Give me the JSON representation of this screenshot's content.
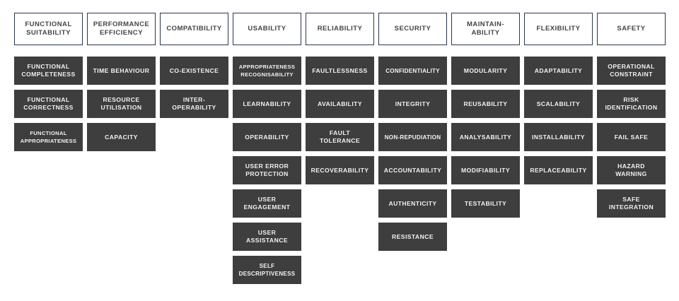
{
  "page": {
    "title": "Software Product Quality Model",
    "background_color": "#ffffff",
    "header_border_color": "#2c3553",
    "header_text_color": "#44444a",
    "sub_box_color": "#3e3e3e",
    "sub_box_text_color": "#f2f2f2"
  },
  "columns": [
    {
      "header": "FUNCTIONAL\nSUITABILITY",
      "items": [
        {
          "label": "FUNCTIONAL\nCOMPLETENESS",
          "size": "normal"
        },
        {
          "label": "FUNCTIONAL\nCORRECTNESS",
          "size": "normal"
        },
        {
          "label": "FUNCTIONAL\nAPPROPRIATENESS",
          "size": "tiny"
        }
      ]
    },
    {
      "header": "PERFORMANCE\nEFFICIENCY",
      "items": [
        {
          "label": "TIME BEHAVIOUR",
          "size": "normal"
        },
        {
          "label": "RESOURCE\nUTILISATION",
          "size": "normal"
        },
        {
          "label": "CAPACITY",
          "size": "normal"
        }
      ]
    },
    {
      "header": "COMPATIBILITY",
      "items": [
        {
          "label": "CO-EXISTENCE",
          "size": "normal"
        },
        {
          "label": "INTER-\nOPERABILITY",
          "size": "normal"
        }
      ]
    },
    {
      "header": "USABILITY",
      "items": [
        {
          "label": "APPROPRIATENESS\nRECOGNISABILITY",
          "size": "tiny"
        },
        {
          "label": "LEARNABILITY",
          "size": "normal"
        },
        {
          "label": "OPERABILITY",
          "size": "normal"
        },
        {
          "label": "USER ERROR\nPROTECTION",
          "size": "normal"
        },
        {
          "label": "USER\nENGAGEMENT",
          "size": "normal"
        },
        {
          "label": "USER\nASSISTANCE",
          "size": "normal"
        },
        {
          "label": "SELF\nDESCRIPTIVENESS",
          "size": "small"
        }
      ]
    },
    {
      "header": "RELIABILITY",
      "items": [
        {
          "label": "FAULTLESSNESS",
          "size": "normal"
        },
        {
          "label": "AVAILABILITY",
          "size": "normal"
        },
        {
          "label": "FAULT\nTOLERANCE",
          "size": "normal"
        },
        {
          "label": "RECOVERABILITY",
          "size": "normal"
        }
      ]
    },
    {
      "header": "SECURITY",
      "items": [
        {
          "label": "CONFIDENTIALITY",
          "size": "small"
        },
        {
          "label": "INTEGRITY",
          "size": "normal"
        },
        {
          "label": "NON-REPUDIATION",
          "size": "small"
        },
        {
          "label": "ACCOUNTABILITY",
          "size": "normal"
        },
        {
          "label": "AUTHENTICITY",
          "size": "normal"
        },
        {
          "label": "RESISTANCE",
          "size": "normal"
        }
      ]
    },
    {
      "header": "MAINTAIN-\nABILITY",
      "items": [
        {
          "label": "MODULARITY",
          "size": "normal"
        },
        {
          "label": "REUSABILITY",
          "size": "normal"
        },
        {
          "label": "ANALYSABILITY",
          "size": "normal"
        },
        {
          "label": "MODIFIABILITY",
          "size": "normal"
        },
        {
          "label": "TESTABILITY",
          "size": "normal"
        }
      ]
    },
    {
      "header": "FLEXIBILITY",
      "items": [
        {
          "label": "ADAPTABILITY",
          "size": "normal"
        },
        {
          "label": "SCALABILITY",
          "size": "normal"
        },
        {
          "label": "INSTALLABILITY",
          "size": "normal"
        },
        {
          "label": "REPLACEABILITY",
          "size": "normal"
        }
      ]
    },
    {
      "header": "SAFETY",
      "items": [
        {
          "label": "OPERATIONAL\nCONSTRAINT",
          "size": "normal"
        },
        {
          "label": "RISK\nIDENTIFICATION",
          "size": "normal"
        },
        {
          "label": "FAIL SAFE",
          "size": "normal"
        },
        {
          "label": "HAZARD\nWARNING",
          "size": "normal"
        },
        {
          "label": "SAFE\nINTEGRATION",
          "size": "normal"
        }
      ]
    }
  ]
}
